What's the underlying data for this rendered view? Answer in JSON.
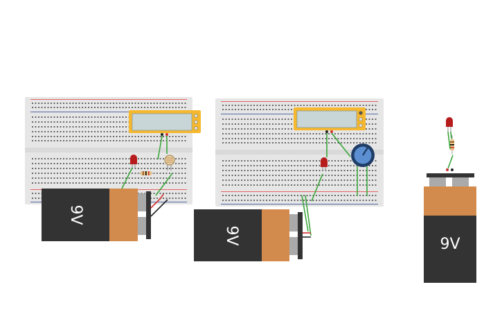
{
  "batteries": [
    {
      "label": "9V"
    },
    {
      "label": "9V"
    },
    {
      "label": "9V"
    }
  ],
  "colors": {
    "breadboard": "#e6e6e6",
    "breadboard_channel": "#d9d9d9",
    "rail_plus": "#e53935",
    "rail_minus": "#1e3a8a",
    "hole": "#4a4a4a",
    "lcd_frame": "#f5b82e",
    "lcd_screen": "#c8d6d8",
    "battery_body": "#333333",
    "battery_cap": "#d38b4d",
    "wire": "#3aa53a",
    "wire_red": "#d32f2f",
    "led": "#b71c1c",
    "pot_knob": "#5b8fd1",
    "pot_ring": "#1f3d66"
  },
  "rail_marks": {
    "plus": "+",
    "minus": "−"
  }
}
